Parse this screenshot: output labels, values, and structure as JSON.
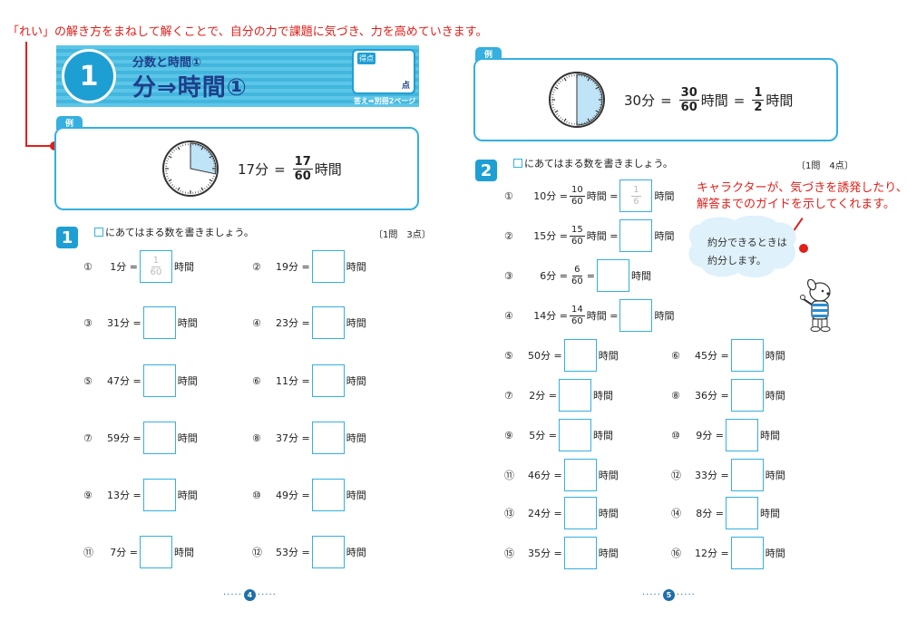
{
  "annotations": {
    "top": "「れい」の解き方をまねして解くことで、自分の力で課題に気づき、力を高めていきます。",
    "right_line1": "キャラクターが、気づきを誘発したり、",
    "right_line2": "解答までのガイドを示してくれます。"
  },
  "header": {
    "unit_number": "1",
    "subtitle": "分数と時間①",
    "title": "分⇒時間①",
    "score_label": "得点",
    "score_unit": "点",
    "answer_ref": "答え➡別冊2ページ"
  },
  "example_left": {
    "tab": "例",
    "minutes": "17分",
    "eq": "=",
    "num": "17",
    "den": "60",
    "unit": "時間",
    "clock_fraction": 0.2833
  },
  "example_right": {
    "tab": "例",
    "minutes": "30分",
    "eq1": "=",
    "num1": "30",
    "den1": "60",
    "unit1": "時間",
    "eq2": "=",
    "num2": "1",
    "den2": "2",
    "unit2": "時間",
    "clock_fraction": 0.5
  },
  "section1": {
    "number": "1",
    "instruction": "にあてはまる数を書きましょう。",
    "points": "〔1問　3点〕",
    "problems": [
      {
        "n": "①",
        "m": "1分 =",
        "u": "時間",
        "hint_num": "1",
        "hint_den": "60"
      },
      {
        "n": "②",
        "m": "19分 =",
        "u": "時間"
      },
      {
        "n": "③",
        "m": "31分 =",
        "u": "時間"
      },
      {
        "n": "④",
        "m": "23分 =",
        "u": "時間"
      },
      {
        "n": "⑤",
        "m": "47分 =",
        "u": "時間"
      },
      {
        "n": "⑥",
        "m": "11分 =",
        "u": "時間"
      },
      {
        "n": "⑦",
        "m": "59分 =",
        "u": "時間"
      },
      {
        "n": "⑧",
        "m": "37分 =",
        "u": "時間"
      },
      {
        "n": "⑨",
        "m": "13分 =",
        "u": "時間"
      },
      {
        "n": "⑩",
        "m": "49分 =",
        "u": "時間"
      },
      {
        "n": "⑪",
        "m": "7分 =",
        "u": "時間"
      },
      {
        "n": "⑫",
        "m": "53分 =",
        "u": "時間"
      }
    ]
  },
  "section2": {
    "number": "2",
    "instruction": "にあてはまる数を書きましょう。",
    "points": "〔1問　4点〕",
    "frac_problems": [
      {
        "n": "①",
        "m": "10分 =",
        "num": "10",
        "den": "60",
        "u1": "時間 =",
        "u2": "時間",
        "hint_num": "1",
        "hint_den": "6"
      },
      {
        "n": "②",
        "m": "15分 =",
        "num": "15",
        "den": "60",
        "u1": "時間 =",
        "u2": "時間"
      },
      {
        "n": "③",
        "m": "6分 =",
        "num": "6",
        "den": "60",
        "u1": "=",
        "u2": "時間"
      },
      {
        "n": "④",
        "m": "14分 =",
        "num": "14",
        "den": "60",
        "u1": "時間 =",
        "u2": "時間"
      }
    ],
    "problems": [
      {
        "n": "⑤",
        "m": "50分 =",
        "u": "時間"
      },
      {
        "n": "⑥",
        "m": "45分 =",
        "u": "時間"
      },
      {
        "n": "⑦",
        "m": "2分 =",
        "u": "時間"
      },
      {
        "n": "⑧",
        "m": "36分 =",
        "u": "時間"
      },
      {
        "n": "⑨",
        "m": "5分 =",
        "u": "時間"
      },
      {
        "n": "⑩",
        "m": "9分 =",
        "u": "時間"
      },
      {
        "n": "⑪",
        "m": "46分 =",
        "u": "時間"
      },
      {
        "n": "⑫",
        "m": "33分 =",
        "u": "時間"
      },
      {
        "n": "⑬",
        "m": "24分 =",
        "u": "時間"
      },
      {
        "n": "⑭",
        "m": "8分 =",
        "u": "時間"
      },
      {
        "n": "⑮",
        "m": "35分 =",
        "u": "時間"
      },
      {
        "n": "⑯",
        "m": "12分 =",
        "u": "時間"
      }
    ]
  },
  "hint_bubble": {
    "line1": "約分できるときは",
    "line2": "約分します。"
  },
  "pages": {
    "left": "4",
    "right": "5",
    "dots": "·····"
  },
  "colors": {
    "accent": "#35b0e0",
    "badge": "#1e9fd4",
    "title_text": "#1f3e8a",
    "annotation": "#e0201a",
    "clock_fill": "#bfe3f7"
  }
}
